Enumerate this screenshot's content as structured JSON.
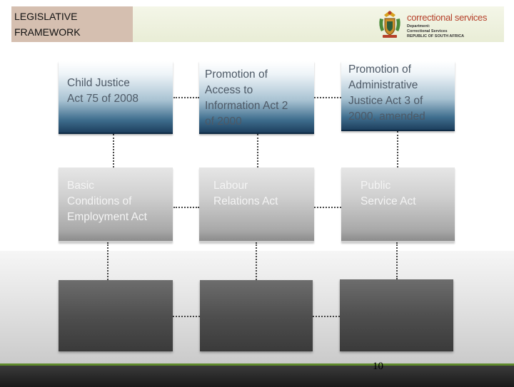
{
  "header": {
    "title": "LEGISLATIVE\nFRAMEWORK",
    "org_name": "correctional services",
    "org_sub": [
      "Department:",
      "Correctional Services",
      "REPUBLIC OF SOUTH AFRICA"
    ],
    "logo_icon": "coat-of-arms-icon"
  },
  "diagram": {
    "row1": [
      {
        "label": "Child Justice\nAct 75 of 2008"
      },
      {
        "label": "Promotion of\nAccess to\nInformation Act 2\nof 2000"
      },
      {
        "label": "Promotion of\nAdministrative\nJustice Act 3 of\n2000, amended"
      }
    ],
    "row2": [
      {
        "label": "Basic\nConditions of\nEmployment Act"
      },
      {
        "label": "Labour\nRelations Act"
      },
      {
        "label": "Public\nService Act"
      }
    ],
    "row3": [
      {
        "label": ""
      },
      {
        "label": ""
      },
      {
        "label": ""
      }
    ]
  },
  "footer": {
    "page_number": "10"
  },
  "colors": {
    "header_title_bg": "#d5bfb0",
    "org_accent": "#b5402a",
    "footer_accent": "#5f8a2c"
  }
}
